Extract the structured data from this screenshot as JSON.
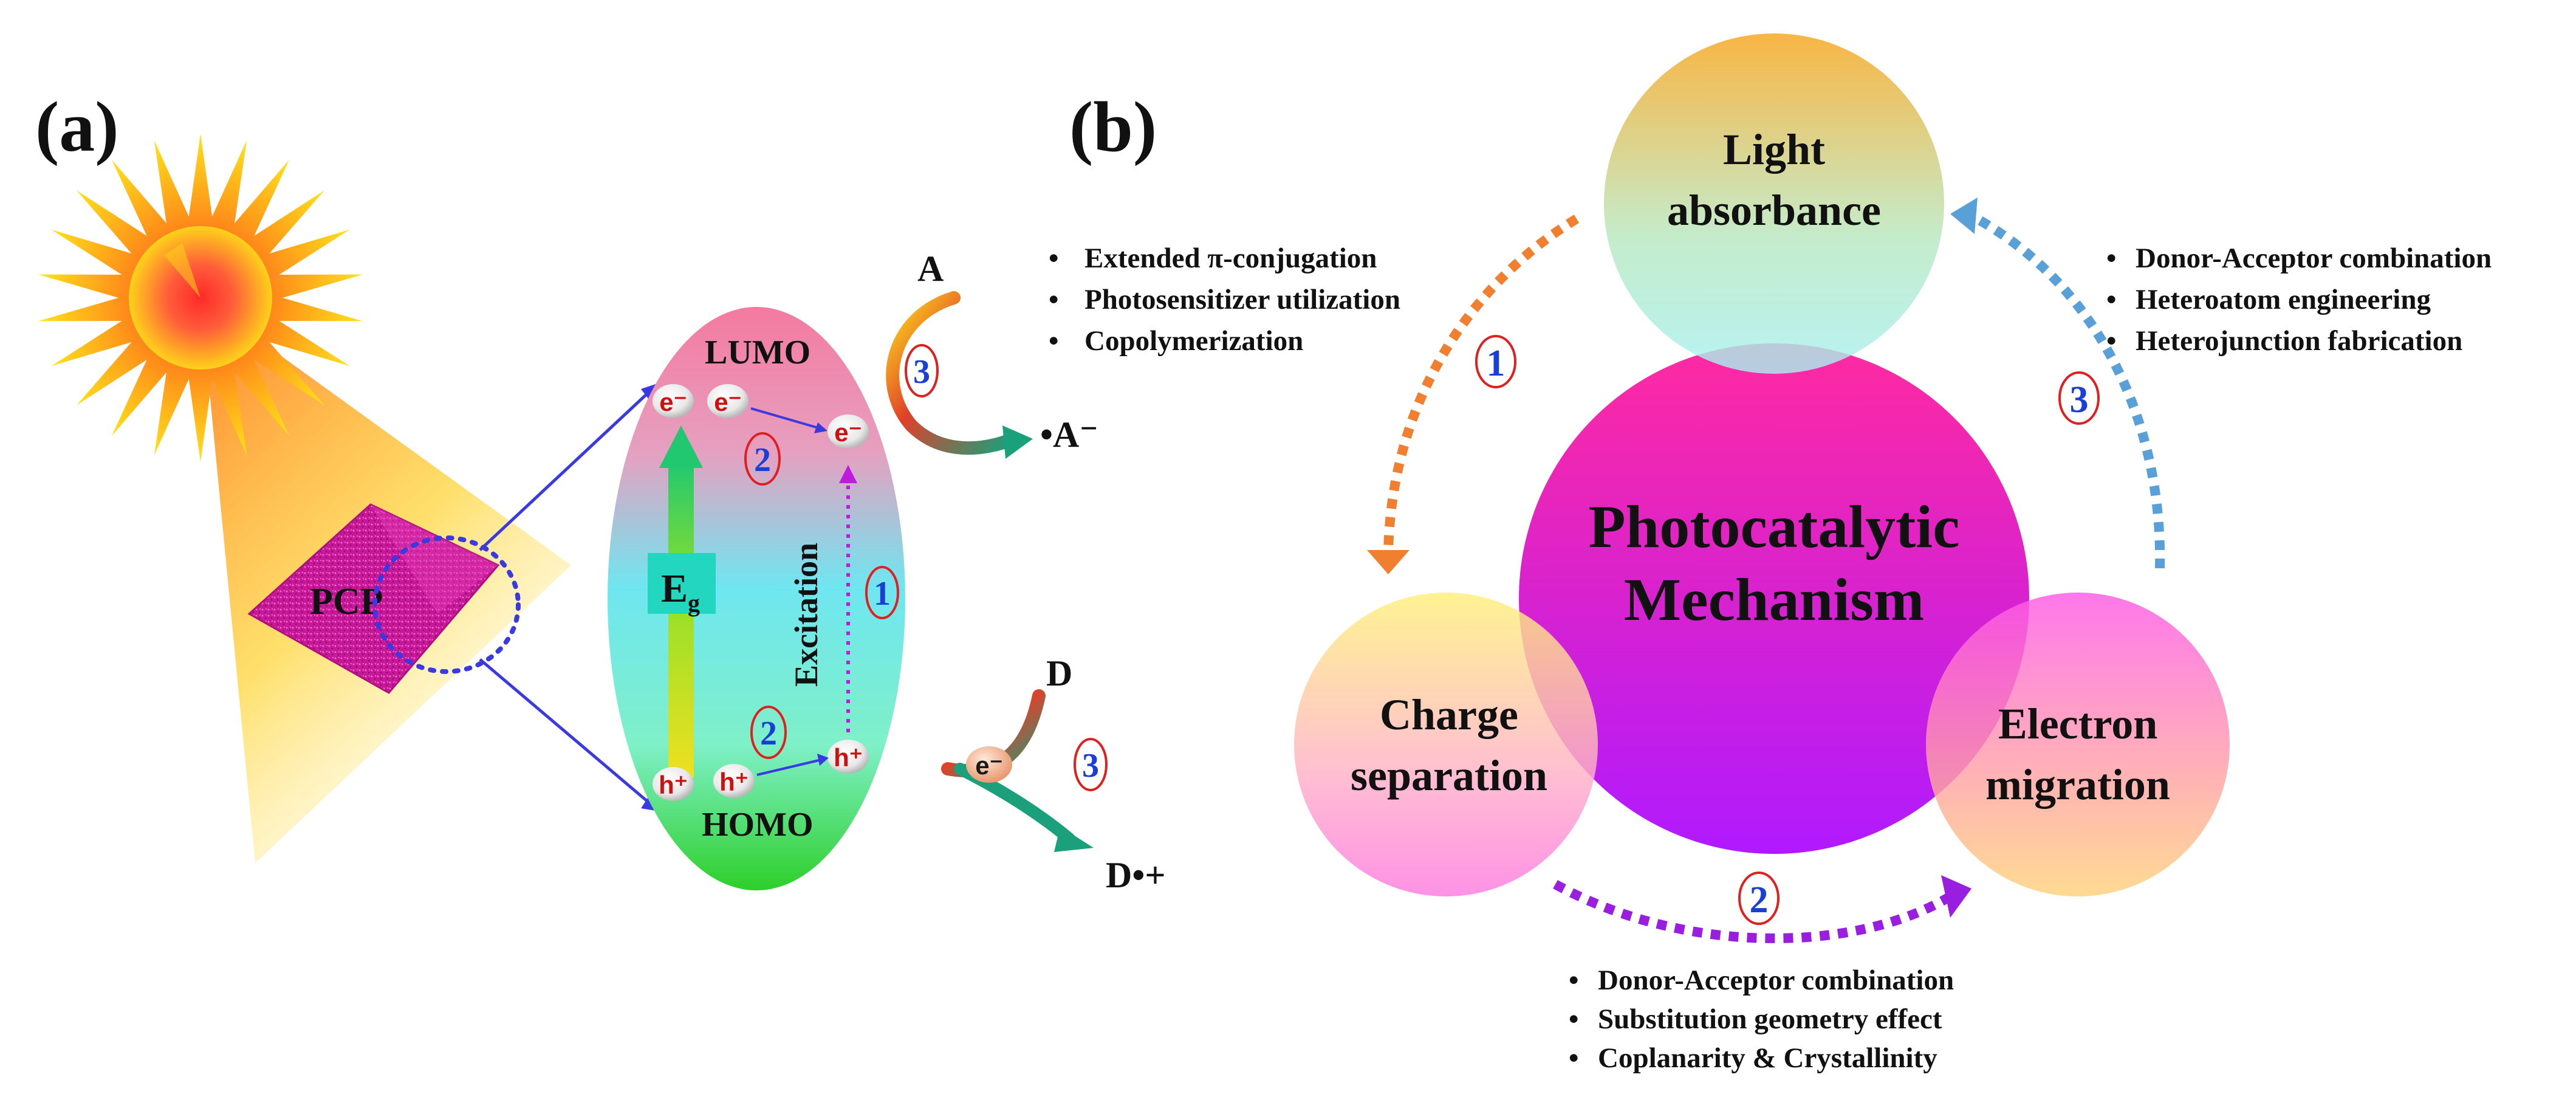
{
  "panel_a": {
    "label": "(a)",
    "pcp_label": "PCP",
    "lumo_label": "LUMO",
    "homo_label": "HOMO",
    "eg_main": "E",
    "eg_sub": "g",
    "excitation_label": "Excitation",
    "electron": "e⁻",
    "hole": "h⁺",
    "acceptor": "A",
    "acceptor_radical": "•A⁻",
    "donor": "D",
    "donor_radical": "D•+",
    "step_1": "1",
    "step_2": "2",
    "step_3": "3"
  },
  "panel_b": {
    "label": "(b)",
    "center_line1": "Photocatalytic",
    "center_line2": "Mechanism",
    "light_line1": "Light",
    "light_line2": "absorbance",
    "charge_line1": "Charge",
    "charge_line2": "separation",
    "electron_line1": "Electron",
    "electron_line2": "migration",
    "step_1": "1",
    "step_2": "2",
    "step_3": "3",
    "list_1": [
      "Extended π-conjugation",
      "Photosensitizer utilization",
      "Copolymerization"
    ],
    "list_2": [
      "Donor-Acceptor combination",
      "Substitution geometry effect",
      "Coplanarity & Crystallinity"
    ],
    "list_3": [
      "Donor-Acceptor combination",
      "Heteroatom engineering",
      "Heterojunction fabrication"
    ],
    "bullet": "•"
  },
  "colors": {
    "step_ring": "#e02020",
    "step_number": "#1a3fd6",
    "arrow_1": "#f08030",
    "arrow_2": "#9a1ee0",
    "arrow_3": "#5aa0d8",
    "center_text": "#ffe600",
    "blue_arrows": "#3a3ae0"
  }
}
